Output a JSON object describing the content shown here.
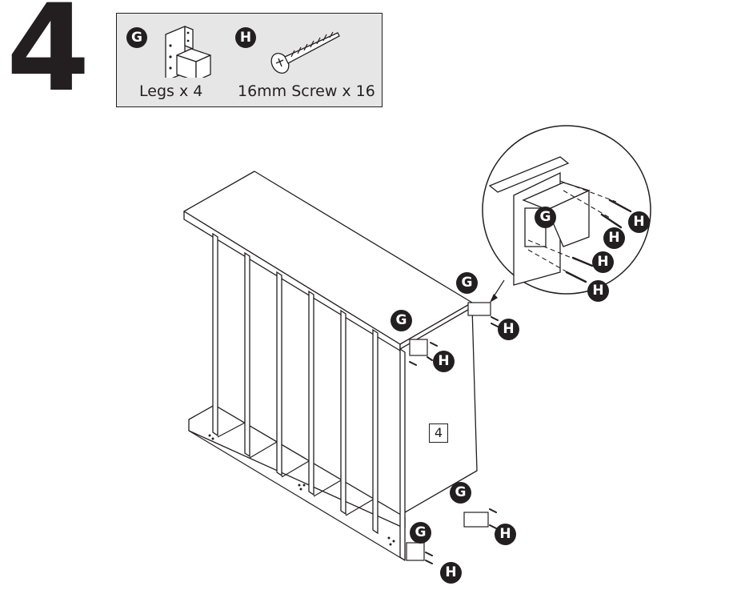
{
  "step": {
    "number": "4"
  },
  "parts": [
    {
      "id": "G",
      "label": "Legs x 4",
      "icon": "leg-bracket-icon"
    },
    {
      "id": "H",
      "label": "16mm Screw x 16",
      "icon": "screw-icon"
    }
  ],
  "diagram": {
    "panel_number": "4",
    "callouts": {
      "g": "G",
      "h": "H"
    }
  }
}
